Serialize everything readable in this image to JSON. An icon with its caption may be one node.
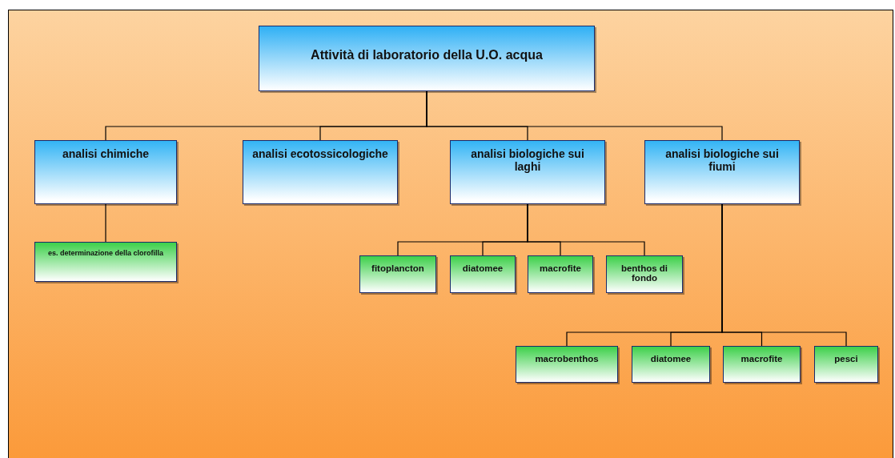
{
  "diagram": {
    "nodes": [
      {
        "text": [
          "Attività di laboratorio della U.O. acqua"
        ]
      },
      {
        "text": [
          "analisi chimiche"
        ]
      },
      {
        "text": [
          "analisi ecotossicologiche"
        ]
      },
      {
        "text": [
          "analisi biologiche sui laghi"
        ]
      },
      {
        "text": [
          "analisi biologiche sui fiumi"
        ]
      },
      {
        "text": [
          "es. determinazione della clorofilla"
        ]
      },
      {
        "text": [
          "fitoplancton"
        ]
      },
      {
        "text": [
          "diatomee"
        ]
      },
      {
        "text": [
          "macrofite"
        ]
      },
      {
        "text": [
          "benthos di fondo"
        ]
      },
      {
        "text": [
          "macrobenthos"
        ]
      },
      {
        "text": [
          "diatomee"
        ]
      },
      {
        "text": [
          "macrofite"
        ]
      },
      {
        "text": [
          "pesci"
        ]
      }
    ],
    "edges": [
      {
        "from": 0,
        "to": 1,
        "arrow": "none"
      },
      {
        "from": 0,
        "to": 2,
        "arrow": "none"
      },
      {
        "from": 0,
        "to": 3,
        "arrow": "none"
      },
      {
        "from": 0,
        "to": 4,
        "arrow": "none"
      },
      {
        "from": 1,
        "to": 5,
        "arrow": "none"
      },
      {
        "from": 3,
        "to": 6,
        "arrow": "none"
      },
      {
        "from": 3,
        "to": 7,
        "arrow": "none"
      },
      {
        "from": 3,
        "to": 8,
        "arrow": "none"
      },
      {
        "from": 3,
        "to": 9,
        "arrow": "none"
      },
      {
        "from": 4,
        "to": 10,
        "arrow": "none"
      },
      {
        "from": 4,
        "to": 11,
        "arrow": "none"
      },
      {
        "from": 4,
        "to": 12,
        "arrow": "none"
      },
      {
        "from": 4,
        "to": 13,
        "arrow": "none"
      }
    ]
  }
}
